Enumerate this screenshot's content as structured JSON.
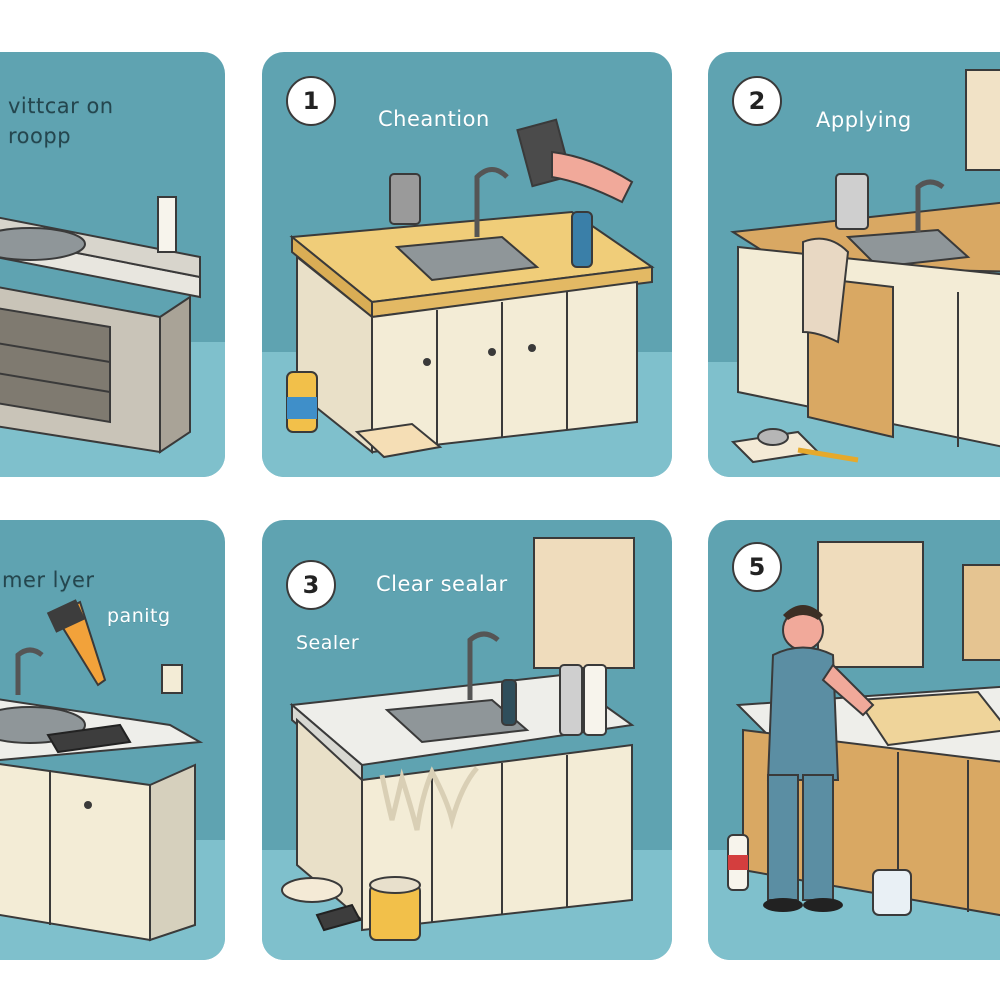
{
  "colors": {
    "panel_bg": "#5fa3b1",
    "floor": "#7fc0cc",
    "cabinet_cream": "#f3ecd6",
    "cabinet_wood": "#d9a863",
    "countertop_yellow": "#f0cd79",
    "countertop_white": "#eeeeea",
    "outline": "#3a3a3a"
  },
  "panels": [
    {
      "id": "panel-top-left",
      "badge": "",
      "captions": [
        "vittcar on",
        "roopp"
      ]
    },
    {
      "id": "panel-top-middle",
      "badge": "1",
      "captions": [
        "Cheantion"
      ]
    },
    {
      "id": "panel-top-right",
      "badge": "2",
      "captions": [
        "Applying"
      ]
    },
    {
      "id": "panel-bottom-left",
      "badge": "",
      "captions": [
        "mer lyer",
        "panitg"
      ]
    },
    {
      "id": "panel-bottom-middle",
      "badge": "3",
      "captions": [
        "Clear sealar",
        "Sealer"
      ]
    },
    {
      "id": "panel-bottom-right",
      "badge": "5",
      "captions": []
    }
  ]
}
